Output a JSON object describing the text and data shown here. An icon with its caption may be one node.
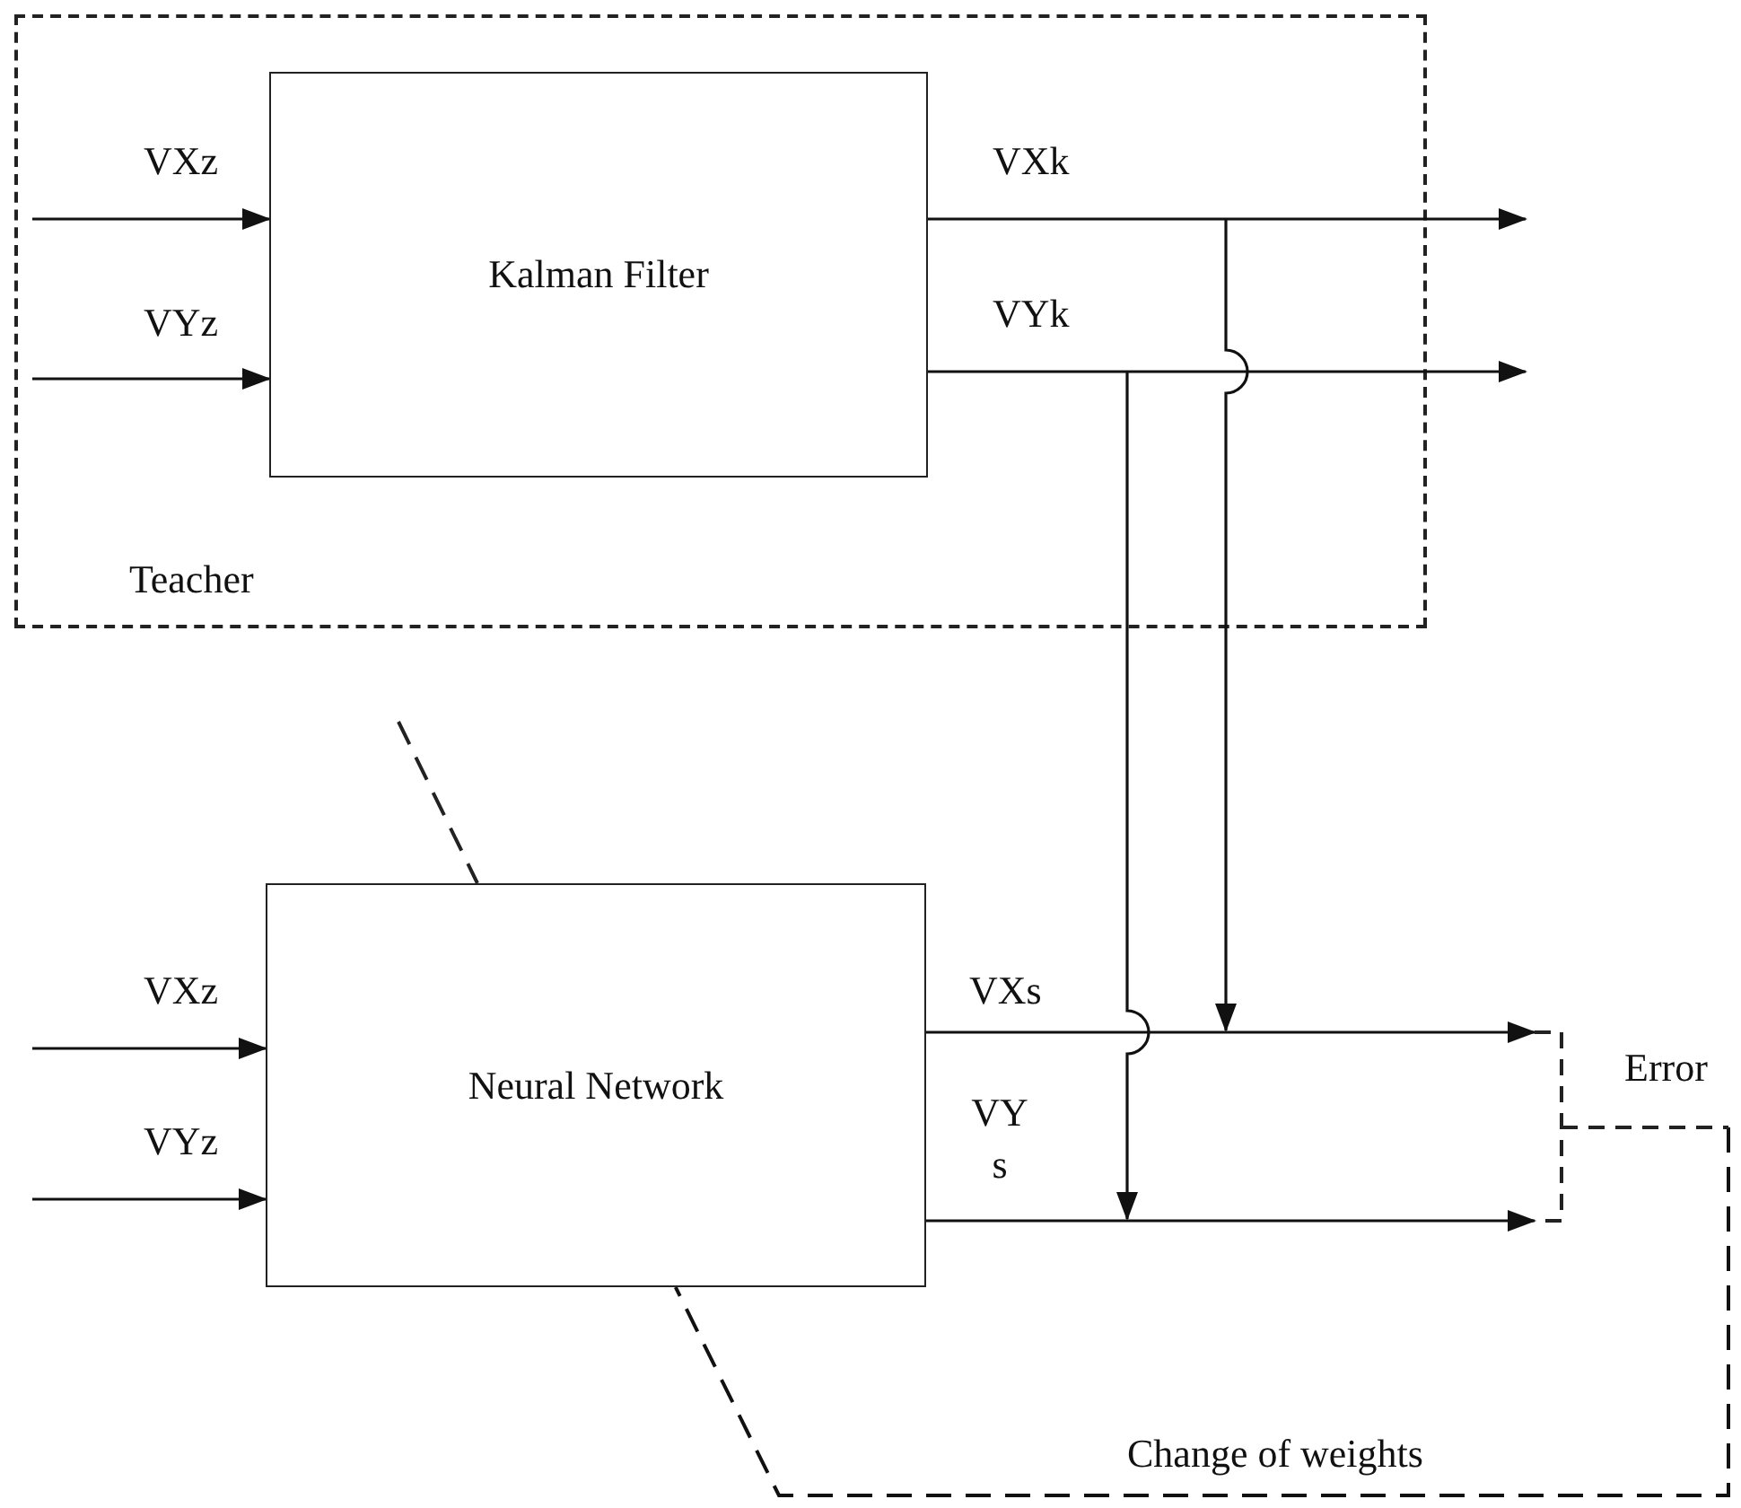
{
  "diagram": {
    "nodes": [
      {
        "text": [
          "Teacher"
        ]
      },
      {
        "text": [
          "Kalman Filter"
        ],
        "in": 0
      },
      {
        "text": [
          "Neural Network"
        ]
      },
      {
        "text": [
          "Error"
        ]
      }
    ],
    "edges": [
      {
        "from": null,
        "to": 1,
        "arrow": "to",
        "label": "VXz"
      },
      {
        "from": null,
        "to": 1,
        "arrow": "to",
        "label": "VYz"
      },
      {
        "from": 1,
        "to": null,
        "arrow": "to",
        "label": "VXk"
      },
      {
        "from": 1,
        "to": null,
        "arrow": "to",
        "label": "VYk"
      },
      {
        "from": 1,
        "to": 3,
        "arrow": "to"
      },
      {
        "from": 1,
        "to": 3,
        "arrow": "to"
      },
      {
        "from": null,
        "to": 2,
        "arrow": "to",
        "label": "VXz"
      },
      {
        "from": null,
        "to": 2,
        "arrow": "to",
        "label": "VYz"
      },
      {
        "from": 2,
        "to": 3,
        "arrow": "to",
        "label": "VXs"
      },
      {
        "from": 2,
        "to": 3,
        "arrow": "to",
        "label": "VYs"
      },
      {
        "from": 3,
        "to": 2,
        "arrow": "none",
        "label": "Change of weights",
        "style": "dashed"
      }
    ]
  }
}
